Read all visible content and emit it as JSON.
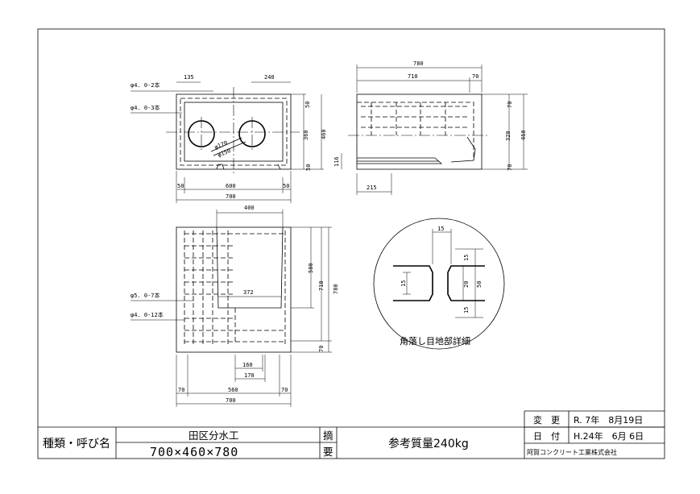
{
  "title_block": {
    "type_label": "種類・呼び名",
    "product_name": "田区分水工",
    "product_size": "700×460×780",
    "summary_label_1": "摘",
    "summary_label_2": "要",
    "summary_value": "参考質量240kg",
    "change_label": "変　更",
    "change_value": "R. 7年　8月19日",
    "date_label": "日　付",
    "date_value": "H.24年　6月 6日",
    "company": "阿賀コンクリート工業株式会社"
  },
  "top_view": {
    "dims": {
      "d135": "135",
      "d240": "240",
      "d50a": "50",
      "d360": "360",
      "d460": "460",
      "d50b": "50",
      "d116": "116",
      "d50c": "50",
      "d600": "600",
      "d50d": "50",
      "d700": "700",
      "phi170": "φ170",
      "phi150": "φ150"
    },
    "rebar_1": "φ4. 0-2本",
    "rebar_2": "φ4. 0-3本"
  },
  "side_view": {
    "dims": {
      "d780": "780",
      "d710": "710",
      "d70": "70",
      "d70b": "70",
      "d320": "320",
      "d70c": "70",
      "d460": "460",
      "d215": "215"
    }
  },
  "front_view": {
    "dims": {
      "d400": "400",
      "d500": "500",
      "d710": "710",
      "d780": "780",
      "d70": "70",
      "d372": "372",
      "d160": "160",
      "d170": "170",
      "d70a": "70",
      "d560": "560",
      "d70b": "70",
      "d700": "700"
    },
    "rebar_1": "φ5. 0-7本",
    "rebar_2": "φ4. 0-12本"
  },
  "detail": {
    "dims": {
      "d15a": "15",
      "d15b": "15",
      "d20": "20",
      "d50": "50",
      "d15c": "15",
      "d15d": "15"
    },
    "caption": "角落し目地部詳細"
  }
}
